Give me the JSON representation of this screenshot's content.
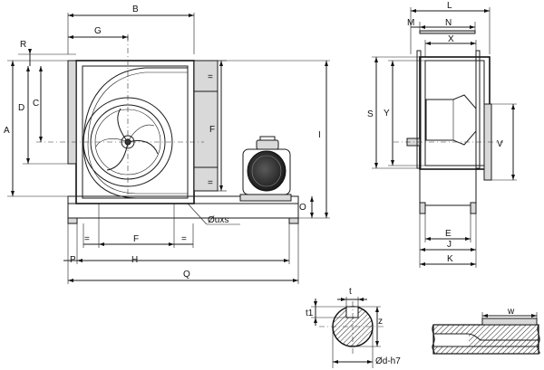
{
  "front_view": {
    "dims": {
      "B": "B",
      "G": "G",
      "R": "R",
      "A": "A",
      "D": "D",
      "C": "C",
      "F_vertical": "F",
      "eq_top": "=",
      "eq_bottom": "=",
      "I": "I",
      "O": "O",
      "eq_left": "=",
      "F_bottom": "F",
      "eq_right": "=",
      "P": "P",
      "H": "H",
      "Q": "Q"
    },
    "hole_note": "Øuxs"
  },
  "side_view": {
    "dims": {
      "L": "L",
      "M": "M",
      "N": "N",
      "X": "X",
      "S": "S",
      "Y": "Y",
      "V": "V",
      "E": "E",
      "J": "J",
      "K": "K"
    }
  },
  "shaft_detail": {
    "dims": {
      "t": "t",
      "t1": "t1",
      "z": "z",
      "diameter": "Ød-h7"
    }
  },
  "key_detail": {
    "dims": {
      "w": "w"
    }
  }
}
